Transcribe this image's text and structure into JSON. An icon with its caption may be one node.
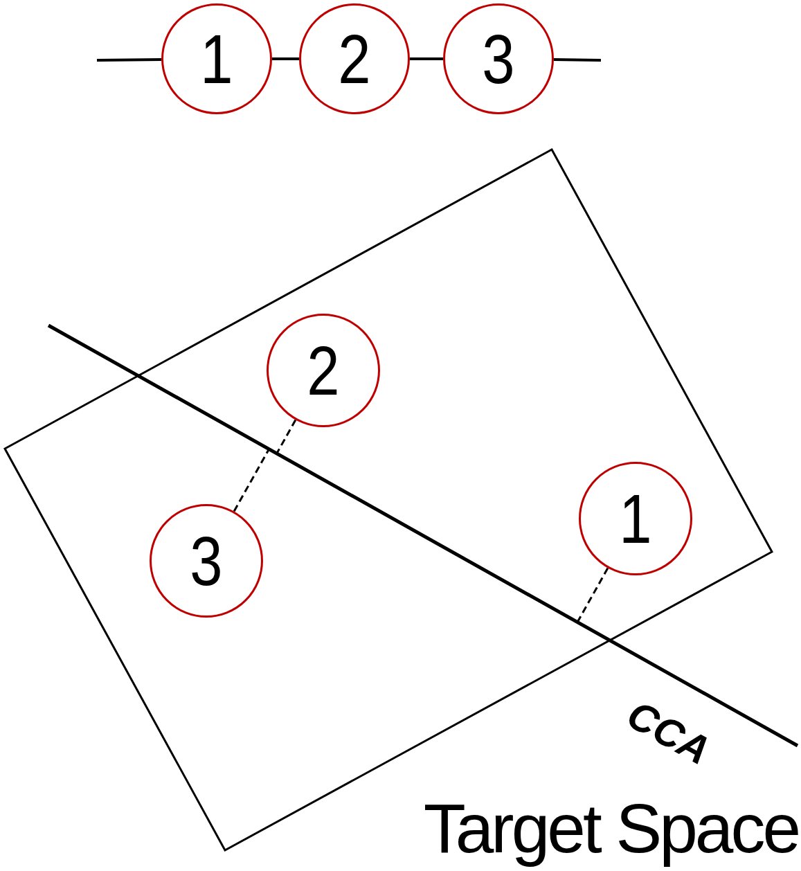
{
  "diagram": {
    "nodes": [
      {
        "text": [
          "1"
        ]
      },
      {
        "text": [
          "2"
        ]
      },
      {
        "text": [
          "3"
        ]
      },
      {
        "text": [
          "Target Space"
        ]
      },
      {
        "text": [
          "2"
        ],
        "in": 3
      },
      {
        "text": [
          "1"
        ],
        "in": 3
      },
      {
        "text": [
          "3"
        ],
        "in": 3
      }
    ],
    "edges": [
      {
        "from": null,
        "to": 0,
        "arrow": "none"
      },
      {
        "from": 0,
        "to": 1,
        "arrow": "none"
      },
      {
        "from": 1,
        "to": 2,
        "arrow": "none"
      },
      {
        "from": 2,
        "to": null,
        "arrow": "none"
      },
      {
        "from": 4,
        "to": null,
        "arrow": "none",
        "style": "dashed"
      },
      {
        "from": 5,
        "to": null,
        "arrow": "none",
        "style": "dashed"
      },
      {
        "from": 6,
        "to": null,
        "arrow": "none",
        "style": "dashed"
      }
    ],
    "labels": [
      "CCA"
    ]
  }
}
